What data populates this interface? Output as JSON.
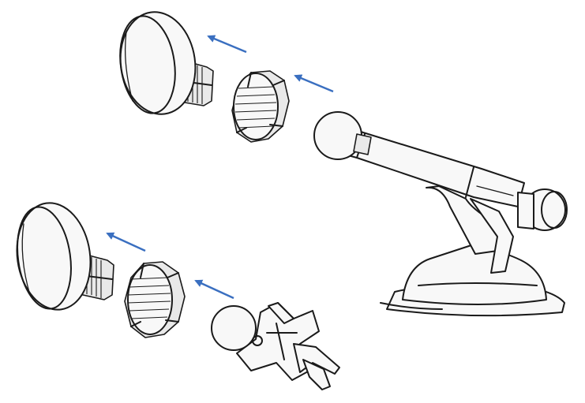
{
  "diagram": {
    "background": "#ffffff",
    "line_color": "#1a1a1a",
    "arrow_color": "#3a6fc0",
    "parts": [
      {
        "name": "magnetic-head-top",
        "icon": "magnet-disc"
      },
      {
        "name": "lock-nut-top",
        "icon": "hex-nut"
      },
      {
        "name": "dashboard-mount",
        "icon": "suction-cup-telescopic-arm"
      },
      {
        "name": "magnetic-head-bottom",
        "icon": "magnet-disc"
      },
      {
        "name": "lock-nut-bottom",
        "icon": "hex-nut"
      },
      {
        "name": "vent-clip-mount",
        "icon": "air-vent-clip"
      }
    ],
    "arrows": [
      {
        "name": "arrow-nut-to-head-top",
        "direction": "up-left"
      },
      {
        "name": "arrow-ball-to-nut-top",
        "direction": "up-left"
      },
      {
        "name": "arrow-nut-to-head-bottom",
        "direction": "up-left"
      },
      {
        "name": "arrow-ball-to-nut-bottom",
        "direction": "up-left"
      }
    ]
  }
}
